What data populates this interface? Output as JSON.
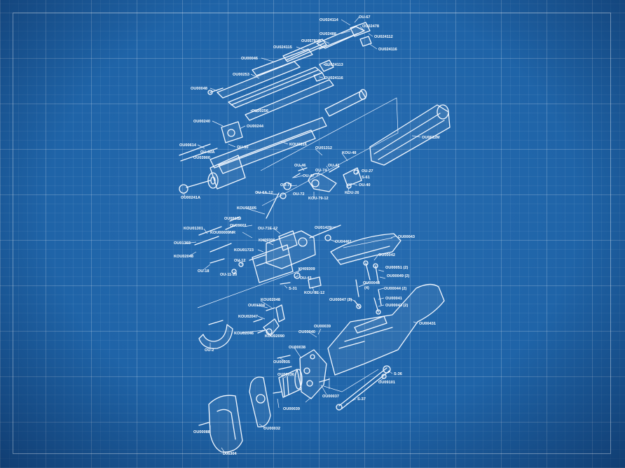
{
  "labels": [
    {
      "id": "l1",
      "text": "OU024114"
    },
    {
      "id": "l2",
      "text": "OU-67"
    },
    {
      "id": "l3",
      "text": "OU02488"
    },
    {
      "id": "l4",
      "text": "OU02478"
    },
    {
      "id": "l5",
      "text": "OU05781B"
    },
    {
      "id": "l6",
      "text": "OU024112"
    },
    {
      "id": "l7",
      "text": "OU024115"
    },
    {
      "id": "l8",
      "text": "OU024116"
    },
    {
      "id": "l9",
      "text": "OU00046"
    },
    {
      "id": "l10",
      "text": "OU024113"
    },
    {
      "id": "l11",
      "text": "OU00253"
    },
    {
      "id": "l12",
      "text": "OU024116"
    },
    {
      "id": "l13",
      "text": "OU00048"
    },
    {
      "id": "l14",
      "text": "OU00256"
    },
    {
      "id": "l15",
      "text": "OU00240"
    },
    {
      "id": "l16",
      "text": "OU00244"
    },
    {
      "id": "l17",
      "text": "OU00614"
    },
    {
      "id": "l18",
      "text": "OU-30A"
    },
    {
      "id": "l19",
      "text": "OU-30"
    },
    {
      "id": "l20",
      "text": "OU03900"
    },
    {
      "id": "l21",
      "text": "KOU0816"
    },
    {
      "id": "l22",
      "text": "OU0612M"
    },
    {
      "id": "l23",
      "text": "OU01312"
    },
    {
      "id": "l24",
      "text": "KOU-48"
    },
    {
      "id": "l25",
      "text": "OU-46"
    },
    {
      "id": "l26",
      "text": "OU-41"
    },
    {
      "id": "l27",
      "text": "OU-74"
    },
    {
      "id": "l28",
      "text": "OU-27"
    },
    {
      "id": "l29",
      "text": "OU-47"
    },
    {
      "id": "l30",
      "text": "S-61"
    },
    {
      "id": "l31",
      "text": "OU-40"
    },
    {
      "id": "l32",
      "text": "KOU-26"
    },
    {
      "id": "l33",
      "text": "OU00241A"
    },
    {
      "id": "l34",
      "text": "OU-73"
    },
    {
      "id": "l35",
      "text": "OU-6A-12"
    },
    {
      "id": "l36",
      "text": "OU-72"
    },
    {
      "id": "l37",
      "text": "KOU-79-12"
    },
    {
      "id": "l38",
      "text": "KOU05505"
    },
    {
      "id": "l39",
      "text": "OU09102"
    },
    {
      "id": "l40",
      "text": "OU09601"
    },
    {
      "id": "l41",
      "text": "KOU01301"
    },
    {
      "id": "l42",
      "text": "KOU00009NR"
    },
    {
      "id": "l43",
      "text": "OU-71E-12"
    },
    {
      "id": "l44",
      "text": "OU01429"
    },
    {
      "id": "l45",
      "text": "OU00043"
    },
    {
      "id": "l46",
      "text": "KH09306"
    },
    {
      "id": "l47",
      "text": "OU04461"
    },
    {
      "id": "l48",
      "text": "OU01303"
    },
    {
      "id": "l49",
      "text": "KOU01723"
    },
    {
      "id": "l50",
      "text": "KOU02048"
    },
    {
      "id": "l51",
      "text": "OU-12"
    },
    {
      "id": "l52",
      "text": "OU00042"
    },
    {
      "id": "l53",
      "text": "OU-18"
    },
    {
      "id": "l54",
      "text": "OU-11-20"
    },
    {
      "id": "l55",
      "text": "KH09309"
    },
    {
      "id": "l56",
      "text": "OU00051 (2)"
    },
    {
      "id": "l57",
      "text": "OU-43"
    },
    {
      "id": "l58",
      "text": "OU00049 (2)"
    },
    {
      "id": "l59",
      "text": "OU00048"
    },
    {
      "id": "l60",
      "text": "(4)"
    },
    {
      "id": "l61",
      "text": "OU00044 (2)"
    },
    {
      "id": "l62",
      "text": "S-31"
    },
    {
      "id": "l63",
      "text": "KOU-8E-12"
    },
    {
      "id": "l64",
      "text": "OU00047 (2)"
    },
    {
      "id": "l65",
      "text": "OU00041"
    },
    {
      "id": "l66",
      "text": "KOU02048"
    },
    {
      "id": "l67",
      "text": "OU01304"
    },
    {
      "id": "l68",
      "text": "OU00043 (2)"
    },
    {
      "id": "l69",
      "text": "KOU02047"
    },
    {
      "id": "l70",
      "text": "OU00039"
    },
    {
      "id": "l71",
      "text": "OU00040"
    },
    {
      "id": "l72",
      "text": "OU00431"
    },
    {
      "id": "l73",
      "text": "KOU02046"
    },
    {
      "id": "l74",
      "text": "KOU02090"
    },
    {
      "id": "l75",
      "text": "OU-2"
    },
    {
      "id": "l76",
      "text": "OU00038"
    },
    {
      "id": "l77",
      "text": "OU00035"
    },
    {
      "id": "l78",
      "text": "OU00036"
    },
    {
      "id": "l79",
      "text": "S-36"
    },
    {
      "id": "l80",
      "text": "OU09101"
    },
    {
      "id": "l81",
      "text": "OU00037"
    },
    {
      "id": "l82",
      "text": "S-37"
    },
    {
      "id": "l83",
      "text": "OU00039"
    },
    {
      "id": "l84",
      "text": "OU00088"
    },
    {
      "id": "l85",
      "text": "OU00032"
    },
    {
      "id": "l86",
      "text": "D06304"
    }
  ]
}
